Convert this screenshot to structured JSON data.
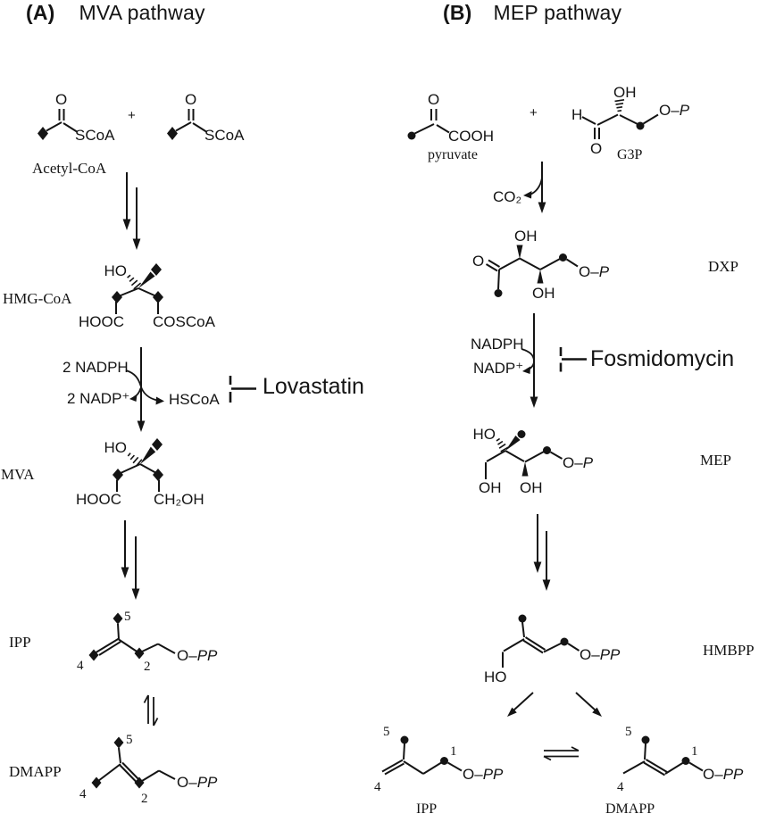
{
  "figure": {
    "panel_a": {
      "letter": "(A)",
      "title": "MVA pathway"
    },
    "panel_b": {
      "letter": "(B)",
      "title": "MEP pathway"
    }
  },
  "compounds": {
    "acetyl_coa": "Acetyl-CoA",
    "hmg_coa": "HMG-CoA",
    "mva": "MVA",
    "ipp": "IPP",
    "dmapp": "DMAPP",
    "pyruvate": "pyruvate",
    "g3p": "G3P",
    "dxp": "DXP",
    "mep": "MEP",
    "hmbpp": "HMBPP"
  },
  "inhibitors": {
    "lovastatin": "Lovastatin",
    "fosmidomycin": "Fosmidomycin"
  },
  "cofactors": {
    "nadph_2x": "2 NADPH",
    "nadp_2x": "2 NADP⁺",
    "hscoa": "HSCoA",
    "nadph": "NADPH",
    "nadp": "NADP⁺",
    "co2": "CO₂"
  },
  "groups": {
    "o": "O",
    "oh": "OH",
    "ho": "HO",
    "h": "H",
    "plus": "+",
    "scoa": "SCoA",
    "cooh": "COOH",
    "hooc": "HOOC",
    "coscoa": "COSCoA",
    "ch2oh": "CH₂OH",
    "o_dash": "O–",
    "p_italic": "P",
    "pp_italic": "PP"
  },
  "carbon_numbers": {
    "c1": "1",
    "c2": "2",
    "c4": "4",
    "c5": "5"
  }
}
